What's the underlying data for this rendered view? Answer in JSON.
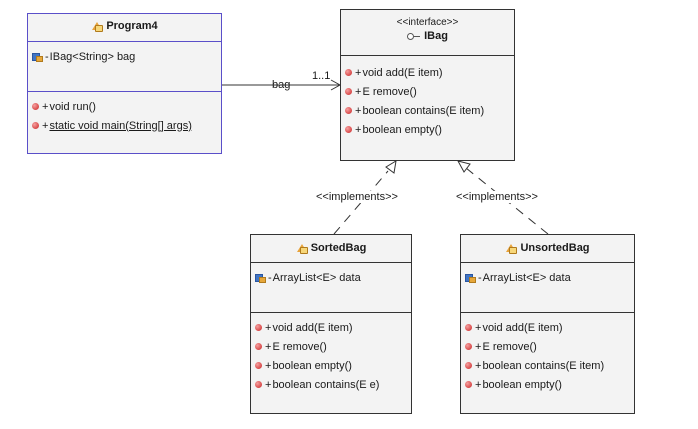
{
  "classes": {
    "program4": {
      "name": "Program4",
      "attributes": [
        {
          "vis": "-",
          "text": "IBag<String> bag"
        }
      ],
      "operations": [
        {
          "vis": "+",
          "text": "void run()"
        },
        {
          "vis": "+",
          "text": "static void main(String[] args)"
        }
      ]
    },
    "ibag": {
      "stereotype": "<<interface>>",
      "name": "IBag",
      "operations": [
        {
          "vis": "+",
          "text": "void add(E item)"
        },
        {
          "vis": "+",
          "text": "E remove()"
        },
        {
          "vis": "+",
          "text": "boolean contains(E item)"
        },
        {
          "vis": "+",
          "text": "boolean empty()"
        }
      ]
    },
    "sortedbag": {
      "name": "SortedBag",
      "attributes": [
        {
          "vis": "-",
          "text": "ArrayList<E> data"
        }
      ],
      "operations": [
        {
          "vis": "+",
          "text": "void add(E item)"
        },
        {
          "vis": "+",
          "text": "E remove()"
        },
        {
          "vis": "+",
          "text": "boolean empty()"
        },
        {
          "vis": "+",
          "text": "boolean contains(E e)"
        }
      ]
    },
    "unsortedbag": {
      "name": "UnsortedBag",
      "attributes": [
        {
          "vis": "-",
          "text": "ArrayList<E> data"
        }
      ],
      "operations": [
        {
          "vis": "+",
          "text": "void add(E item)"
        },
        {
          "vis": "+",
          "text": "E remove()"
        },
        {
          "vis": "+",
          "text": "boolean contains(E item)"
        },
        {
          "vis": "+",
          "text": "boolean empty()"
        }
      ]
    }
  },
  "relations": {
    "association": {
      "role": "bag",
      "multiplicity": "1..1"
    },
    "realization_sorted": {
      "label": "<<implements>>"
    },
    "realization_unsorted": {
      "label": "<<implements>>"
    }
  },
  "colors": {
    "class_fill": "#f3f3f3",
    "border": "#333333",
    "selected_border": "#5a4fc9",
    "operation_icon": "#d84848",
    "attribute_icon": "#3f74c4"
  }
}
